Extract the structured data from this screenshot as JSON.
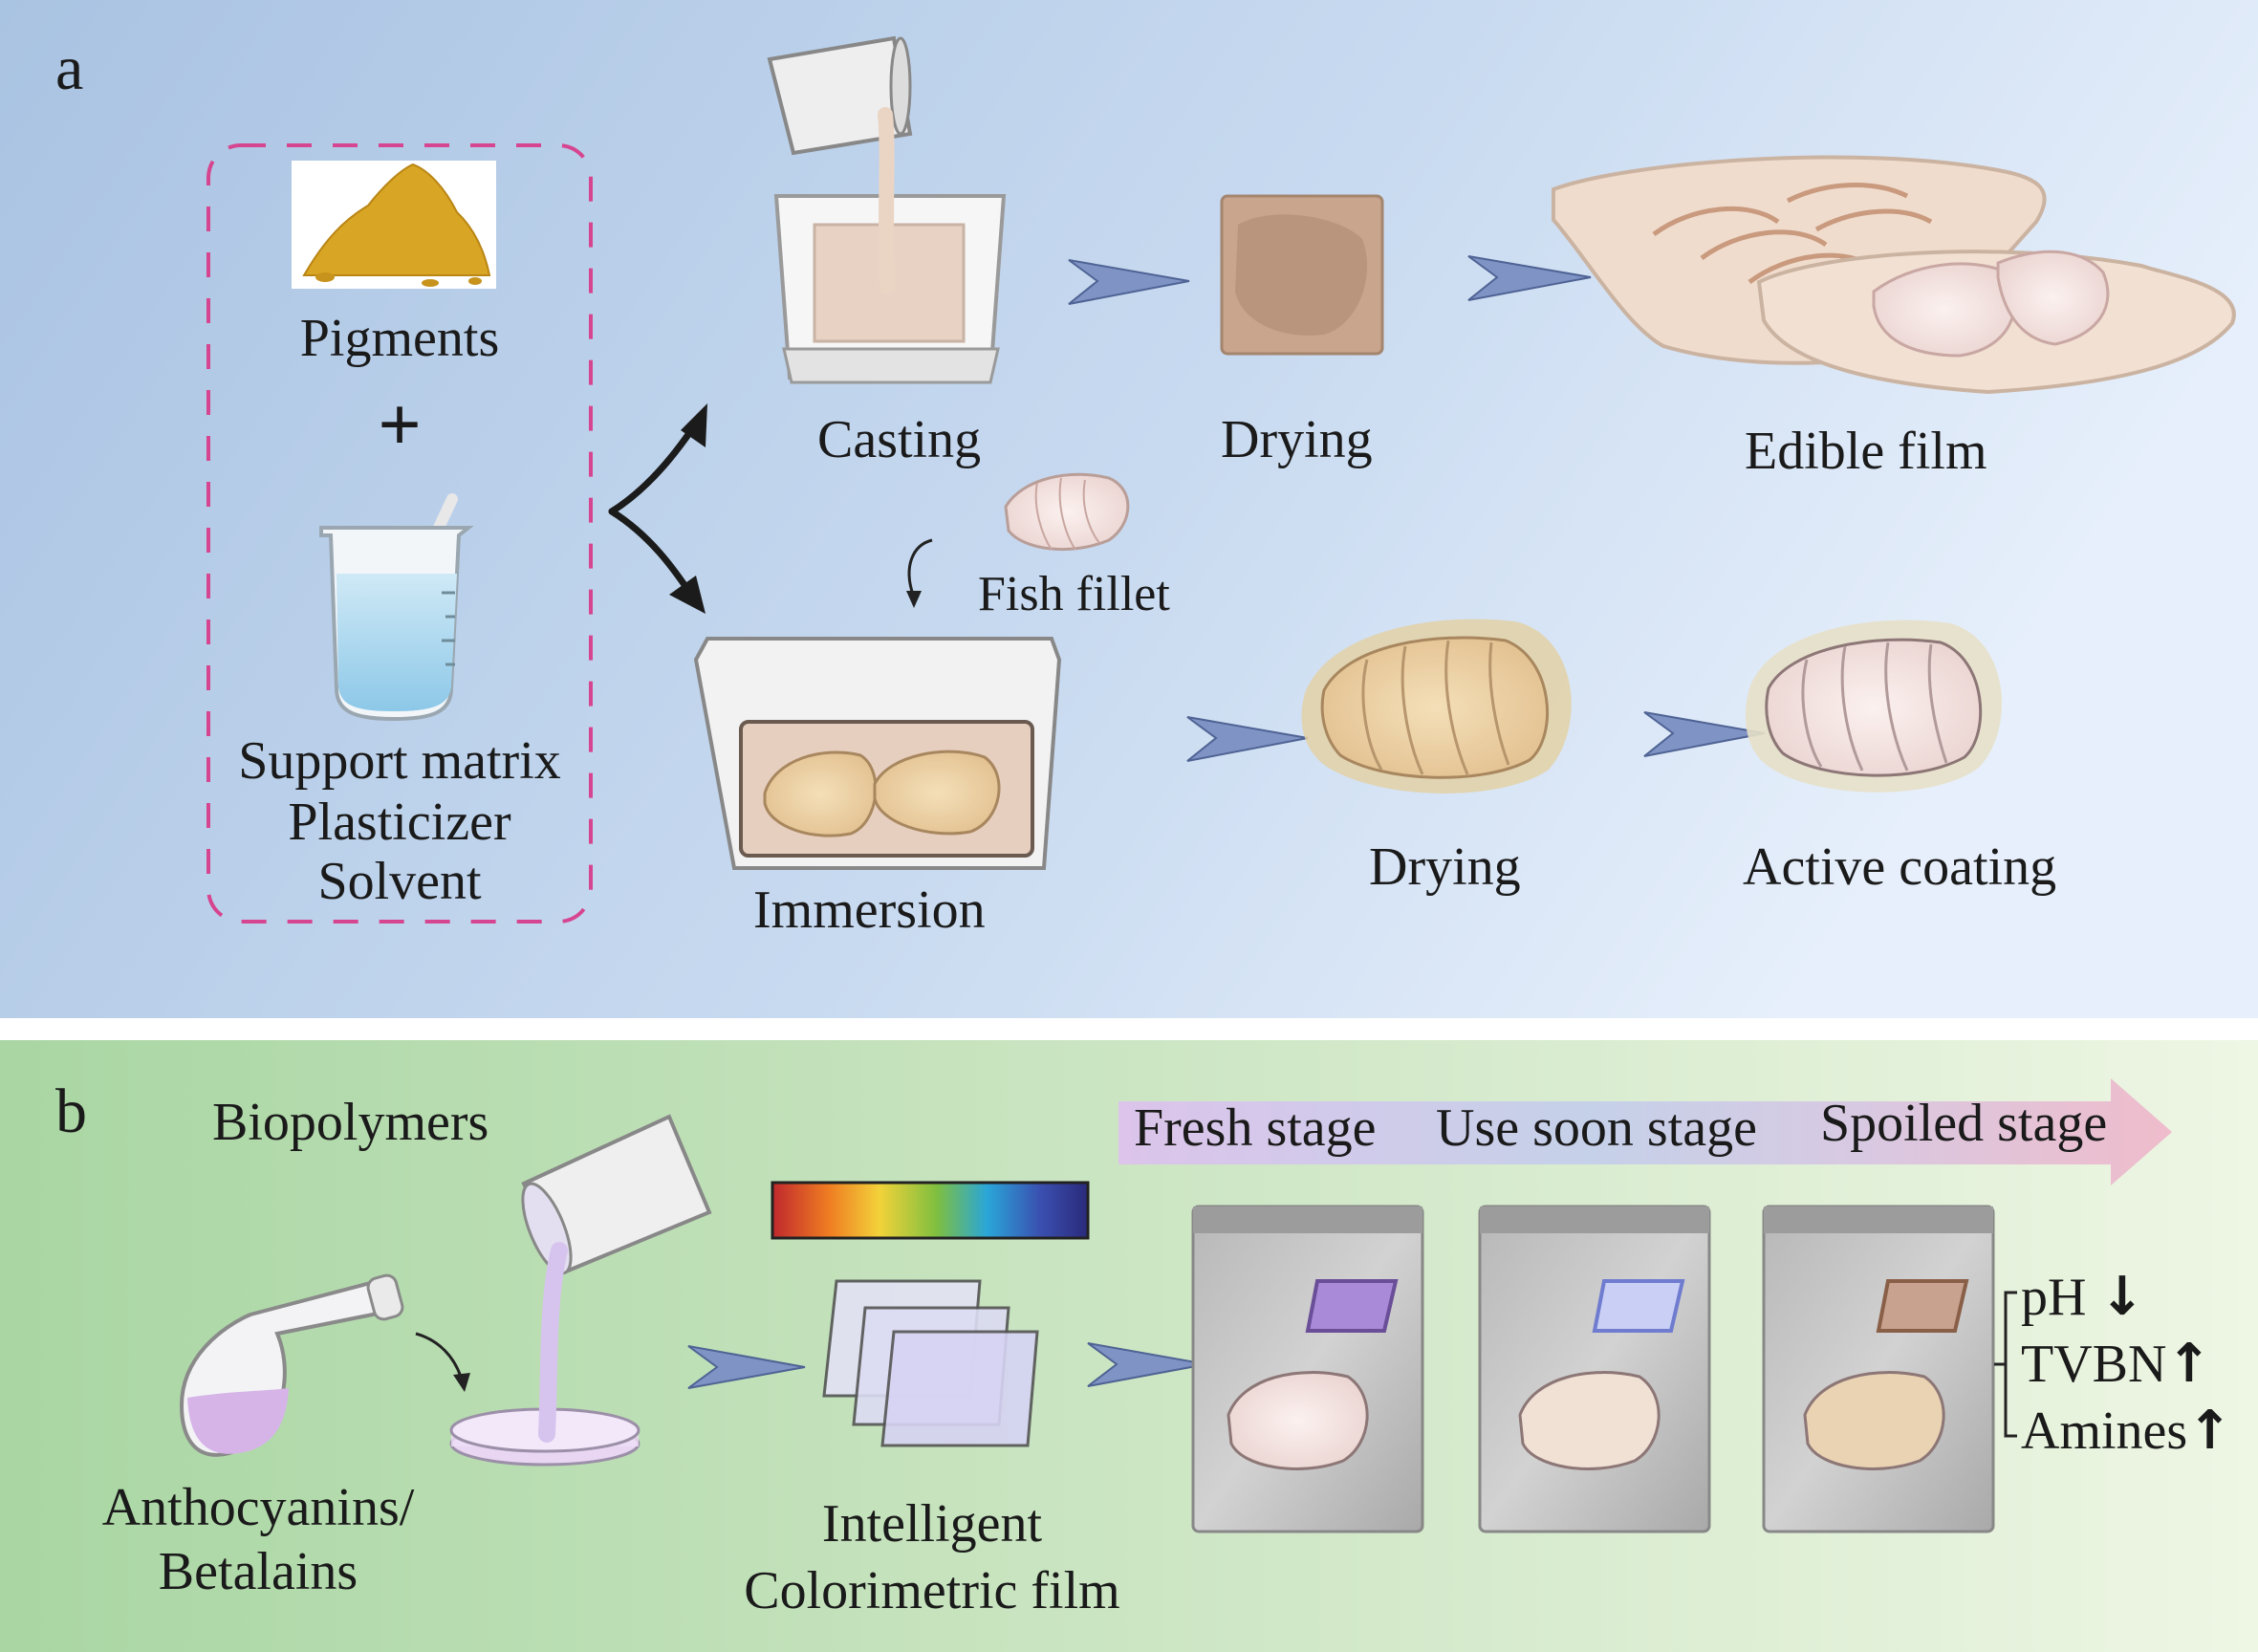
{
  "panel_a": {
    "letter": "a",
    "pigments": "Pigments",
    "plus": "+",
    "support_matrix": "Support matrix",
    "plasticizer": "Plasticizer",
    "solvent": "Solvent",
    "casting": "Casting",
    "drying_top": "Drying",
    "edible_film": "Edible film",
    "fish_fillet": "Fish fillet",
    "immersion": "Immersion",
    "drying_bottom": "Drying",
    "active_coating": "Active coating"
  },
  "panel_b": {
    "letter": "b",
    "biopolymers": "Biopolymers",
    "anthocyanins": "Anthocyanins/",
    "betalains": "Betalains",
    "intelligent": "Intelligent",
    "colorimetric_film": "Colorimetric film",
    "stages": [
      "Fresh stage",
      "Use soon stage",
      "Spoiled stage"
    ],
    "indicators": [
      "pH",
      "TVBN",
      "Amines"
    ],
    "indicator_arrows": [
      "↓",
      "↑",
      "↑"
    ]
  },
  "colors": {
    "panel_a_bg_left": "#a9c3e2",
    "panel_a_bg_right": "#e6effb",
    "panel_b_bg_left": "#a9d6a3",
    "panel_b_bg_right": "#eef6e4",
    "dashed_box": "#d6458f",
    "process_arrow": "#7f93c4",
    "fresh_stage": "#d9c3e8",
    "use_soon_stage": "#c6d2e8",
    "spoiled_stage": "#ecc0cc",
    "indicator_fresh": "#a98ad8",
    "indicator_soon": "#a7b4ea",
    "indicator_spoiled": "#b8907a"
  }
}
